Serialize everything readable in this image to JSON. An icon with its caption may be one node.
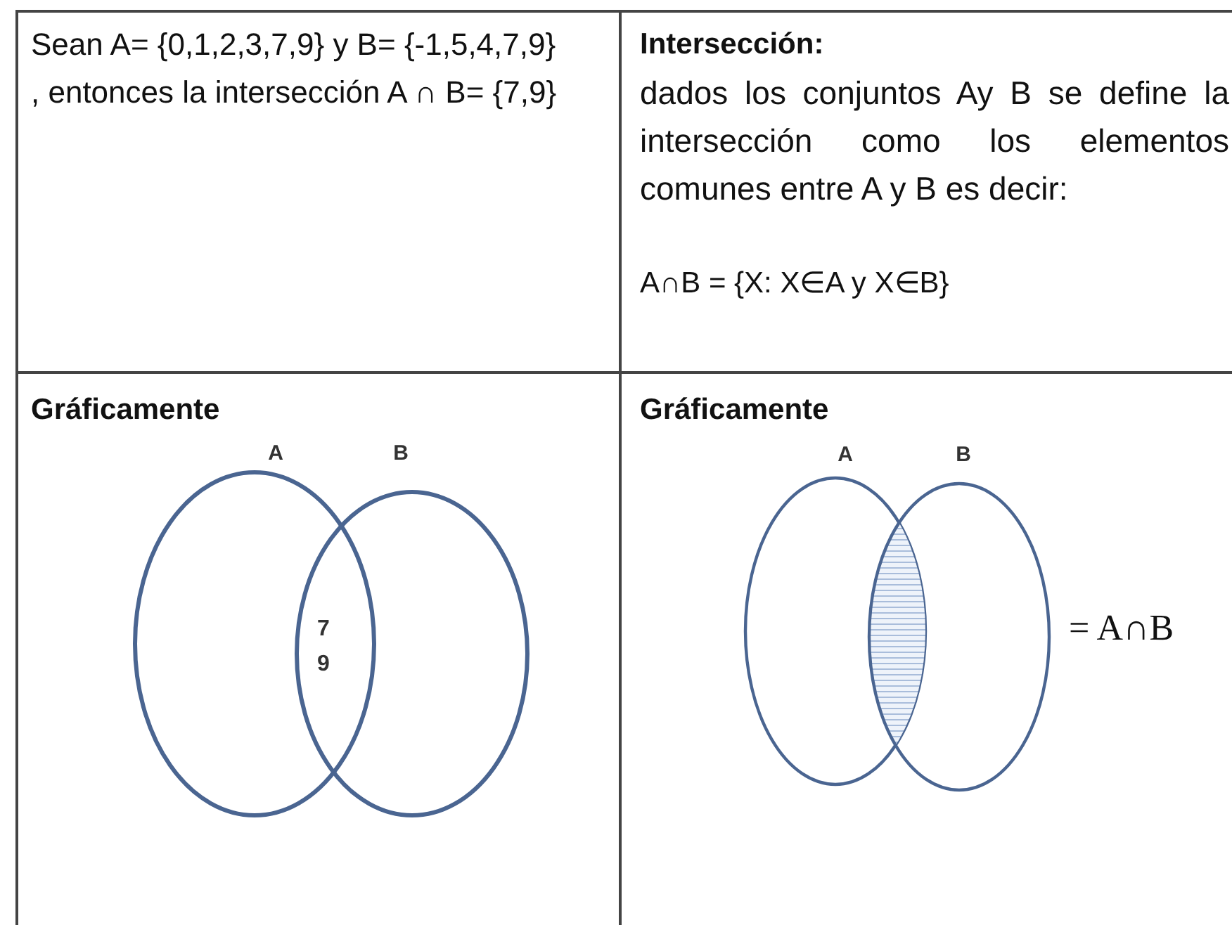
{
  "diagram": {
    "nodes": [
      {
        "text": [
          "A"
        ]
      },
      {
        "text": [
          "B"
        ]
      },
      {
        "text": [
          "A"
        ]
      },
      {
        "text": [
          "B"
        ]
      }
    ],
    "edges": [],
    "labels": [
      "Sean A= {0,1,2,3,7,9} y B= {-1,5,4,7,9} , entonces la intersección A ∩ B= {7,9}",
      "Intersección:",
      "dados los conjuntos Ay B se define la intersección como los elementos comunes entre A y B es decir:",
      "A∩B = {X: X∈A y X∈B}",
      "Gráficamente",
      "Gráficamente",
      "7",
      "9",
      "= A∩B"
    ]
  }
}
